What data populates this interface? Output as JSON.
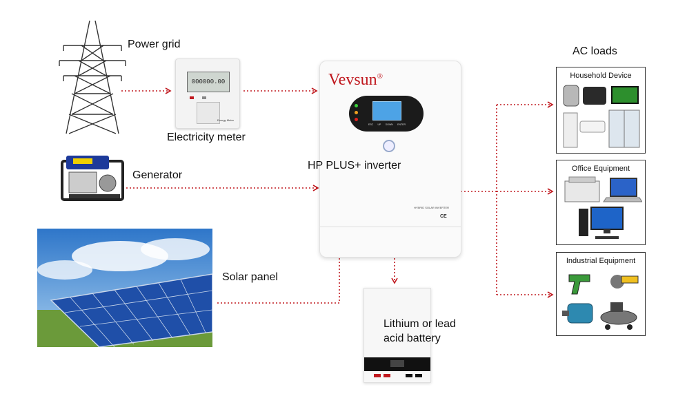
{
  "labels": {
    "power_grid": "Power grid",
    "electricity_meter": "Electricity meter",
    "generator": "Generator",
    "solar_panel": "Solar panel",
    "inverter": "HP PLUS+ inverter",
    "battery_line1": "Lithium or lead",
    "battery_line2": "acid battery",
    "ac_loads": "AC loads"
  },
  "inverter_device": {
    "brand": "Vevsun",
    "reg_mark": "®",
    "model_plate": "HYBRID SOLAR INVERTER",
    "cert_mark": "CE",
    "buttons": [
      "ESC",
      "UP",
      "DOWN",
      "ENTER"
    ]
  },
  "meter_device": {
    "display": "000000.00",
    "plate": "Energy Meter"
  },
  "load_boxes": [
    {
      "title": "Household Device"
    },
    {
      "title": "Office Equipment"
    },
    {
      "title": "Industrial Equipment"
    }
  ],
  "colors": {
    "arrow": "#c0191f",
    "brand": "#c0191f",
    "box_border": "#333333",
    "panel_blue": "#1f4fa8",
    "sky": "#4a8fd6",
    "grass": "#6b9a3a"
  }
}
